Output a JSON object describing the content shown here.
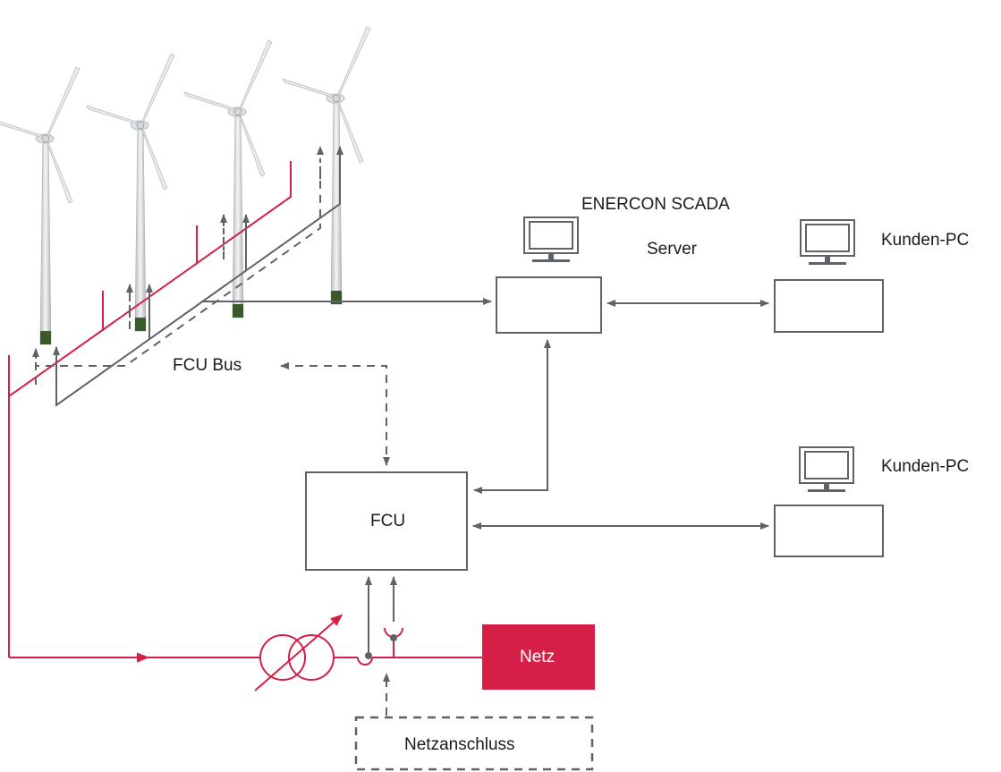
{
  "labels": {
    "scada_title": "ENERCON SCADA",
    "scada_server": "Server",
    "kunden_pc_top": "Kunden-PC",
    "kunden_pc_bottom": "Kunden-PC",
    "fcu_bus": "FCU Bus",
    "fcu": "FCU",
    "netz": "Netz",
    "netzanschluss": "Netzanschluss"
  },
  "colors": {
    "power_line": "#d51f47",
    "signal_line": "#5f6368",
    "netz_box": "#d51f47",
    "turbine": "#cfd3d6",
    "turbine_base": "#3b5a2a"
  },
  "icons": [
    "wind-turbine-icon",
    "monitor-icon",
    "transformer-icon"
  ]
}
